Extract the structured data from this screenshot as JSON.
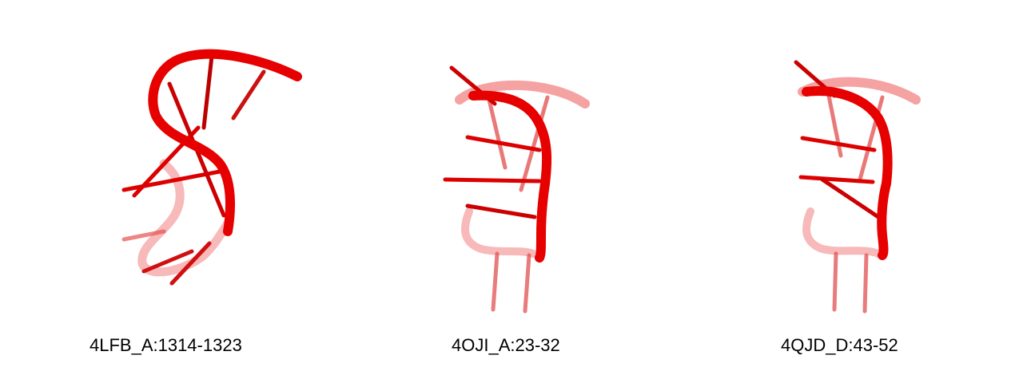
{
  "structure_color": "#e60000",
  "structures": [
    {
      "label": "4LFB_A:1314-1323"
    },
    {
      "label": "4OJI_A:23-32"
    },
    {
      "label": "4QJD_D:43-52"
    }
  ]
}
